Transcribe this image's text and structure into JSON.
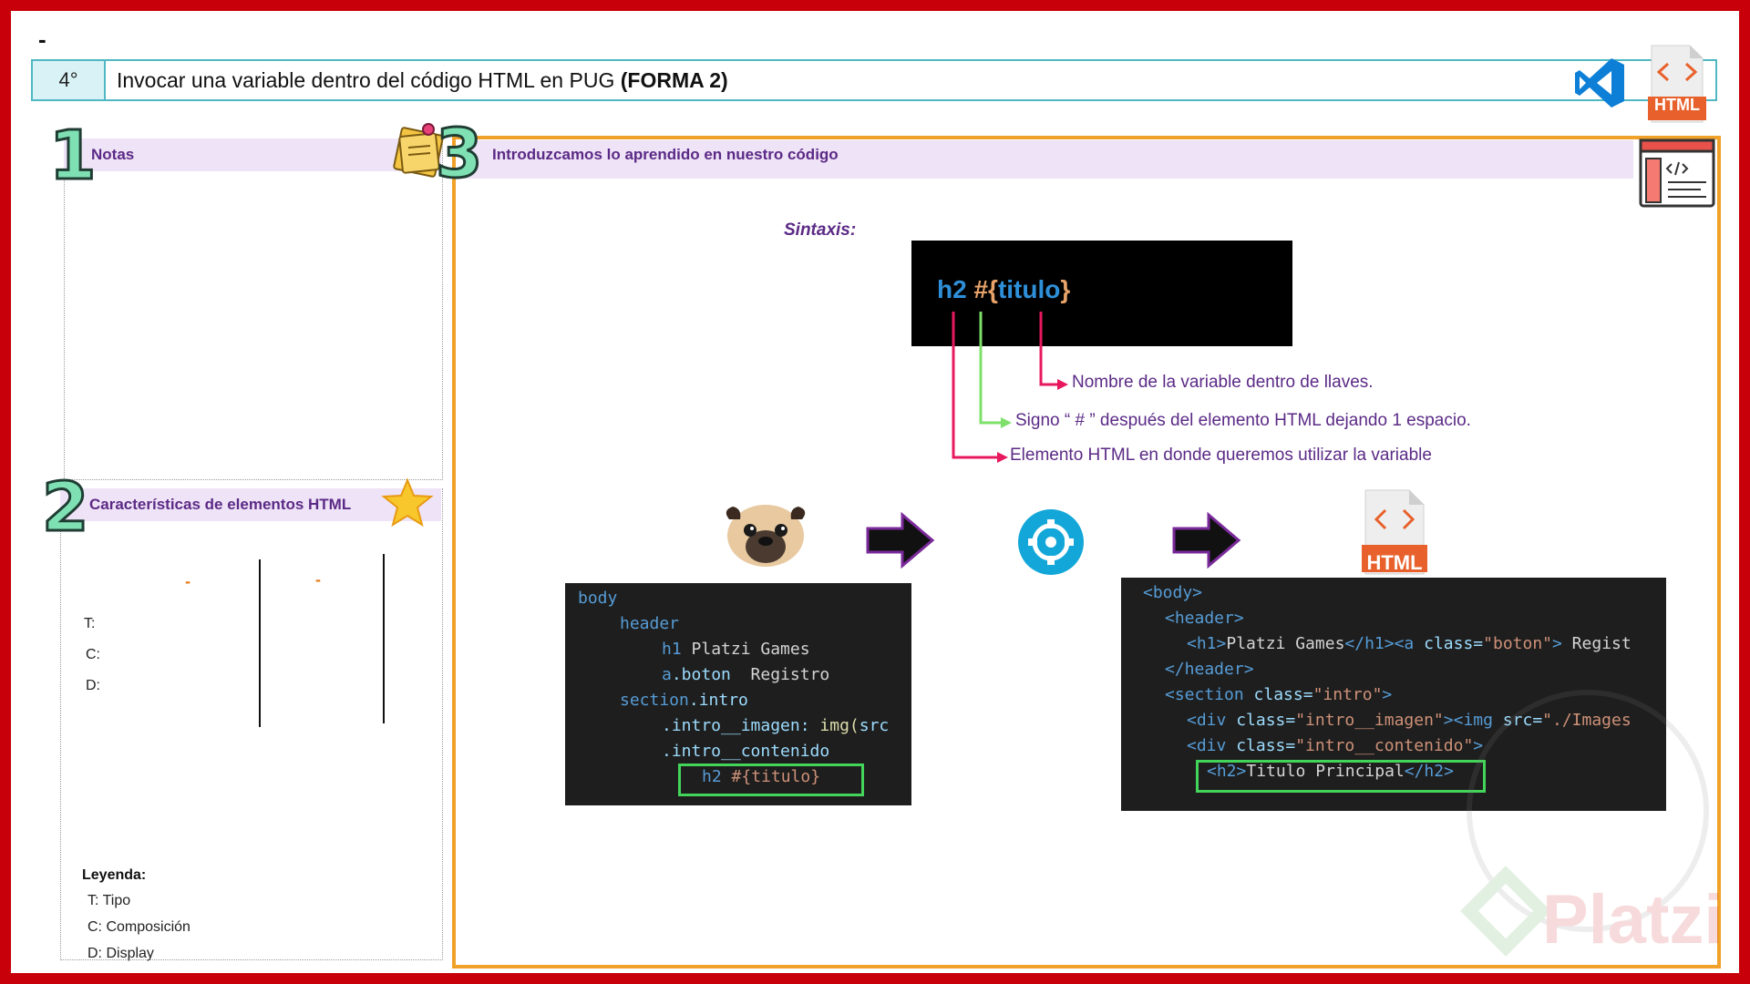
{
  "page": {
    "top_dash": "-",
    "lesson_number": "4°",
    "title_main": "Invocar una variable dentro del código HTML en PUG",
    "title_bold": "(FORMA 2)",
    "html_badge": "HTML"
  },
  "section1": {
    "number": "1",
    "title": "Notas"
  },
  "section2": {
    "number": "2",
    "title": "Características de elementos HTML",
    "dash_a": "-",
    "dash_b": "-",
    "labels": [
      "T:",
      "C:",
      "D:"
    ],
    "legend_title": "Leyenda:",
    "legend": [
      {
        "key": "T:",
        "value": "Tipo"
      },
      {
        "key": "C:",
        "value": "Composición"
      },
      {
        "key": "D:",
        "value": "Display"
      }
    ]
  },
  "section3": {
    "number": "3",
    "title": "Introduzcamos lo aprendido en nuestro código",
    "syntax_label": "Sintaxis:",
    "syntax": {
      "tag": "h2",
      "hash": "#",
      "open": "{",
      "var": "titulo",
      "close": "}"
    },
    "annotations": {
      "variable": "Nombre de la variable dentro de llaves.",
      "hash": "Signo “ # ” después del elemento HTML dejando 1 espacio.",
      "element": "Elemento HTML en donde queremos utilizar la variable"
    },
    "html_badge": "HTML",
    "pug_code": {
      "l1": "body",
      "l2": "header",
      "l3_tag": "h1",
      "l3_text": " Platzi Games",
      "l4_tag": "a",
      "l4_class": ".boton",
      "l4_text": "  Registro",
      "l5_tag": "section",
      "l5_class": ".intro",
      "l6_class": ".intro__imagen:",
      "l6_fn": " img(",
      "l6_attr": "src",
      "l7_class": ".intro__contenido",
      "l8_tag": "h2",
      "l8_interp": " #{titulo}"
    },
    "html_code": {
      "l1": "<body>",
      "l2": "<header>",
      "l3_open": "<h1>",
      "l3_text": "Platzi Games",
      "l3_close": "</h1>",
      "l3_a": "<a",
      "l3_attr": " class=",
      "l3_val": "\"boton\"",
      "l3_end": ">",
      "l3_rest": " Regist",
      "l4": "</header>",
      "l5_open": "<section",
      "l5_attr": " class=",
      "l5_val": "\"intro\"",
      "l5_end": ">",
      "l6_open": "<div",
      "l6_attr": " class=",
      "l6_val": "\"intro__imagen\"",
      "l6_mid": "><img",
      "l6_attr2": " src=",
      "l6_val2": "\"./Images",
      "l7_open": "<div",
      "l7_attr": " class=",
      "l7_val": "\"intro__contenido\"",
      "l7_end": ">",
      "l8_open": "<h2>",
      "l8_text": "Titulo Principal",
      "l8_close": "</h2>"
    }
  },
  "watermark": "Platzi",
  "colors": {
    "frame_red": "#c8000a",
    "title_teal": "#4fb8c4",
    "panel_orange": "#f0a12a",
    "header_lavender": "#efe3f7",
    "section_purple": "#5b2a86",
    "arrow_pink": "#e8185f",
    "arrow_green": "#7ee06a",
    "highlight_green": "#43d45a"
  }
}
